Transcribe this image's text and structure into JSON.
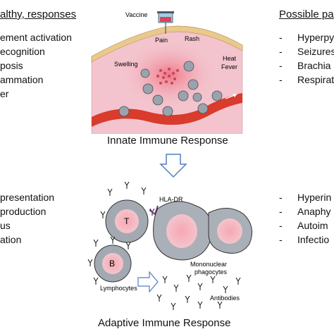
{
  "left_top": {
    "header": "althy, responses",
    "items": [
      "ement activation",
      "ecognition",
      "posis",
      "ammation",
      "er"
    ]
  },
  "right_top": {
    "header": "Possible pa",
    "items": [
      "Hyperpy",
      "Seizures",
      "Brachia",
      "Respirat"
    ]
  },
  "left_bottom": {
    "items": [
      "presentation",
      "production",
      "us",
      "ation"
    ]
  },
  "right_bottom": {
    "items": [
      "Hyperin",
      "Anaphy",
      "Autoim",
      "Infectio"
    ]
  },
  "innate": {
    "caption": "Innate Immune Response",
    "labels": {
      "vaccine": "Vaccine",
      "pain": "Pain",
      "rash": "Rash",
      "swelling": "Swelling",
      "heat_fever": [
        "Heat",
        "Fever"
      ]
    }
  },
  "adaptive": {
    "caption": "Adaptive Immune Response",
    "labels": {
      "t_cell": "T",
      "b_cell": "B",
      "hla_dr": "HLA-DR",
      "mononuclear": [
        "Mononuclear",
        "phagocytes"
      ],
      "lymphocytes": "Lymphocytes",
      "antibodies": "Antibodies"
    }
  },
  "dash": "-",
  "colors": {
    "skin_top": "#e9c98c",
    "tissue": "#f3c4cd",
    "vessel": "#d93b2c",
    "inflam": "#f08a96",
    "arrow": "#4f7fbf"
  }
}
